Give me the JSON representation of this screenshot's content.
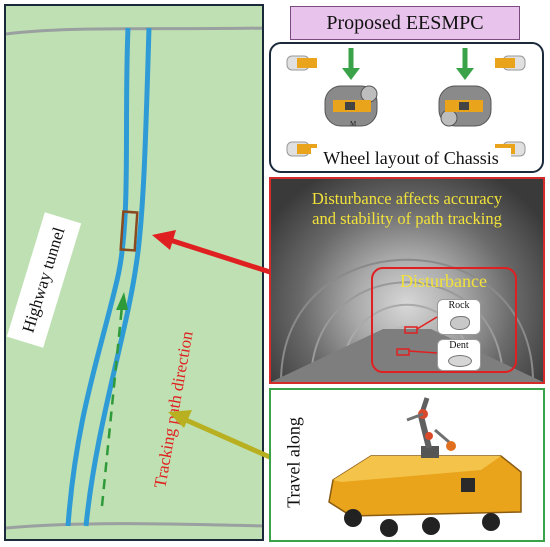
{
  "left_panel": {
    "tunnel_label": "Highway tunnel",
    "direction_label": "Tracking path direction"
  },
  "top_right": {
    "method_label": "Proposed EESMPC",
    "layout_caption": "Wheel layout of Chassis",
    "wheel_label": "M"
  },
  "middle_right": {
    "caption": "Disturbance affects accuracy and stability of path tracking",
    "caption_line1": "Disturbance affects accuracy",
    "caption_line2": "and stability of path tracking",
    "disturbance_title": "Disturbance",
    "rock_label": "Rock",
    "dent_label": "Dent"
  },
  "bottom_right": {
    "travel_label": "Travel along"
  },
  "colors": {
    "map_background": "#bfe0b2",
    "road_lane": "#2f9bd6",
    "tracking_arrow": "#2e9a3a",
    "red_arrow": "#e02020",
    "olive_arrow": "#b8b020",
    "method_box_fill": "#e8c4ec",
    "caption_yellow": "#f2e23a",
    "disturbance_red": "#e02020",
    "panel_border_dark": "#1a2a3a",
    "panel_border_red": "#d42a2a",
    "panel_border_green": "#3aa34a",
    "robot_orange": "#e9a41c"
  }
}
